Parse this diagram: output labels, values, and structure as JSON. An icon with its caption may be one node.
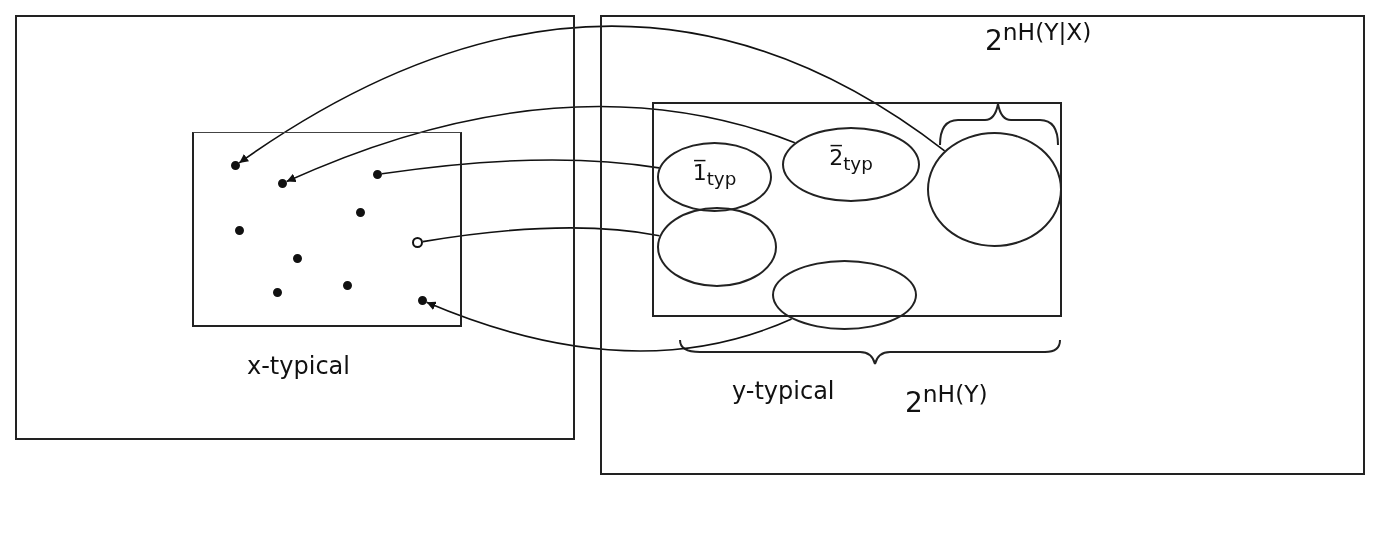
{
  "diagram": {
    "nodes": [
      {
        "text": [],
        "shape": "box"
      },
      {
        "text": [],
        "shape": "box"
      },
      {
        "text": [
          "x-typical"
        ],
        "in": 0
      },
      {
        "text": [],
        "shape": "dot",
        "in": 2
      },
      {
        "text": [],
        "shape": "dot",
        "in": 2
      },
      {
        "text": [],
        "shape": "dot",
        "in": 2
      },
      {
        "text": [],
        "shape": "dot",
        "in": 2
      },
      {
        "text": [],
        "shape": "dot",
        "in": 2
      },
      {
        "text": [],
        "shape": "dot",
        "in": 2
      },
      {
        "text": [],
        "shape": "dot",
        "in": 2
      },
      {
        "text": [],
        "shape": "dot",
        "in": 2
      },
      {
        "text": [],
        "shape": "dot",
        "in": 2
      },
      {
        "text": [],
        "shape": "dot",
        "in": 2
      },
      {
        "text": [
          "y-typical"
        ],
        "in": 1
      },
      {
        "text": [
          "1̅$_{typ}$"
        ],
        "in": 13
      },
      {
        "text": [
          "2̅$_{typ}$"
        ],
        "in": 13
      },
      {
        "text": [],
        "shape": "circle",
        "in": 13
      },
      {
        "text": [],
        "shape": "circle",
        "in": 13
      },
      {
        "text": [],
        "shape": "circle",
        "in": 13
      }
    ],
    "edges": [
      {
        "from": 16,
        "to": 3,
        "arrow": "to"
      },
      {
        "from": 15,
        "to": 5,
        "arrow": "to"
      },
      {
        "from": 14,
        "to": 4,
        "arrow": "none"
      },
      {
        "from": 17,
        "to": 8,
        "arrow": "none"
      },
      {
        "from": 18,
        "to": 12,
        "arrow": "to"
      }
    ],
    "labels": [
      "2$^{nH(Y|X)}$",
      "2$^{nH(Y)}$"
    ]
  }
}
